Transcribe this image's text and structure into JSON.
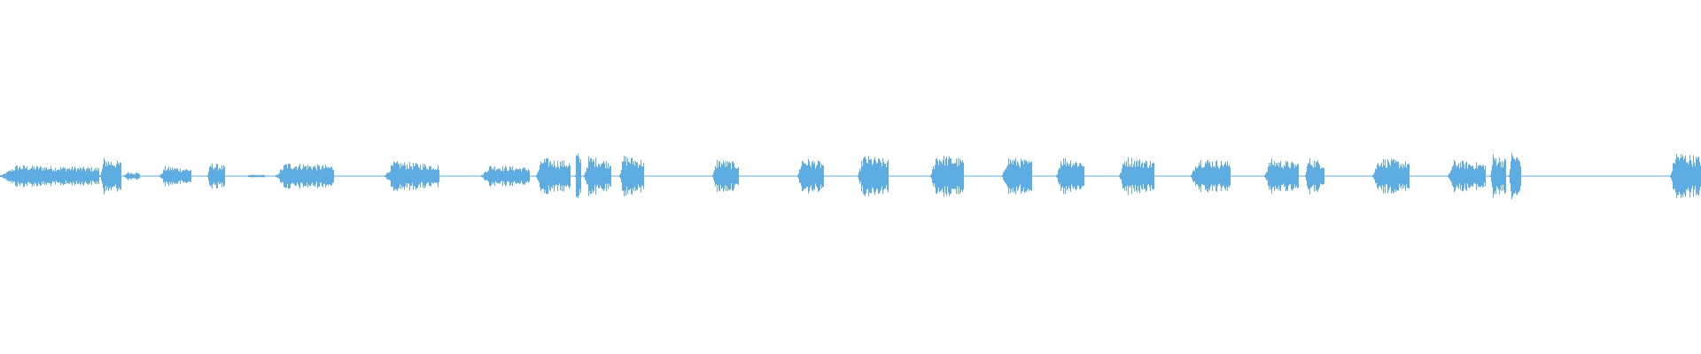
{
  "waveform": {
    "color": "#5DADE2",
    "background": "#FFFFFF",
    "segments": [
      {
        "start": 0.0,
        "end": 0.058,
        "amplitude": 0.45
      },
      {
        "start": 0.058,
        "end": 0.065,
        "amplitude": 0.08
      },
      {
        "start": 0.059,
        "end": 0.071,
        "amplitude": 0.75
      },
      {
        "start": 0.073,
        "end": 0.082,
        "amplitude": 0.18
      },
      {
        "start": 0.094,
        "end": 0.112,
        "amplitude": 0.4
      },
      {
        "start": 0.122,
        "end": 0.132,
        "amplitude": 0.55
      },
      {
        "start": 0.146,
        "end": 0.155,
        "amplitude": 0.06
      },
      {
        "start": 0.162,
        "end": 0.196,
        "amplitude": 0.55
      },
      {
        "start": 0.226,
        "end": 0.258,
        "amplitude": 0.6
      },
      {
        "start": 0.283,
        "end": 0.311,
        "amplitude": 0.45
      },
      {
        "start": 0.315,
        "end": 0.335,
        "amplitude": 0.75
      },
      {
        "start": 0.338,
        "end": 0.341,
        "amplitude": 1.0
      },
      {
        "start": 0.343,
        "end": 0.359,
        "amplitude": 0.8
      },
      {
        "start": 0.364,
        "end": 0.378,
        "amplitude": 0.85
      },
      {
        "start": 0.419,
        "end": 0.434,
        "amplitude": 0.7
      },
      {
        "start": 0.469,
        "end": 0.484,
        "amplitude": 0.75
      },
      {
        "start": 0.504,
        "end": 0.522,
        "amplitude": 0.85
      },
      {
        "start": 0.547,
        "end": 0.566,
        "amplitude": 0.9
      },
      {
        "start": 0.589,
        "end": 0.606,
        "amplitude": 0.8
      },
      {
        "start": 0.621,
        "end": 0.637,
        "amplitude": 0.8
      },
      {
        "start": 0.658,
        "end": 0.678,
        "amplitude": 0.8
      },
      {
        "start": 0.7,
        "end": 0.723,
        "amplitude": 0.75
      },
      {
        "start": 0.743,
        "end": 0.763,
        "amplitude": 0.7
      },
      {
        "start": 0.767,
        "end": 0.778,
        "amplitude": 0.75
      },
      {
        "start": 0.807,
        "end": 0.828,
        "amplitude": 0.75
      },
      {
        "start": 0.851,
        "end": 0.873,
        "amplitude": 0.65
      },
      {
        "start": 0.876,
        "end": 0.885,
        "amplitude": 0.9
      },
      {
        "start": 0.887,
        "end": 0.894,
        "amplitude": 1.0
      },
      {
        "start": 0.982,
        "end": 1.0,
        "amplitude": 1.0
      }
    ]
  }
}
